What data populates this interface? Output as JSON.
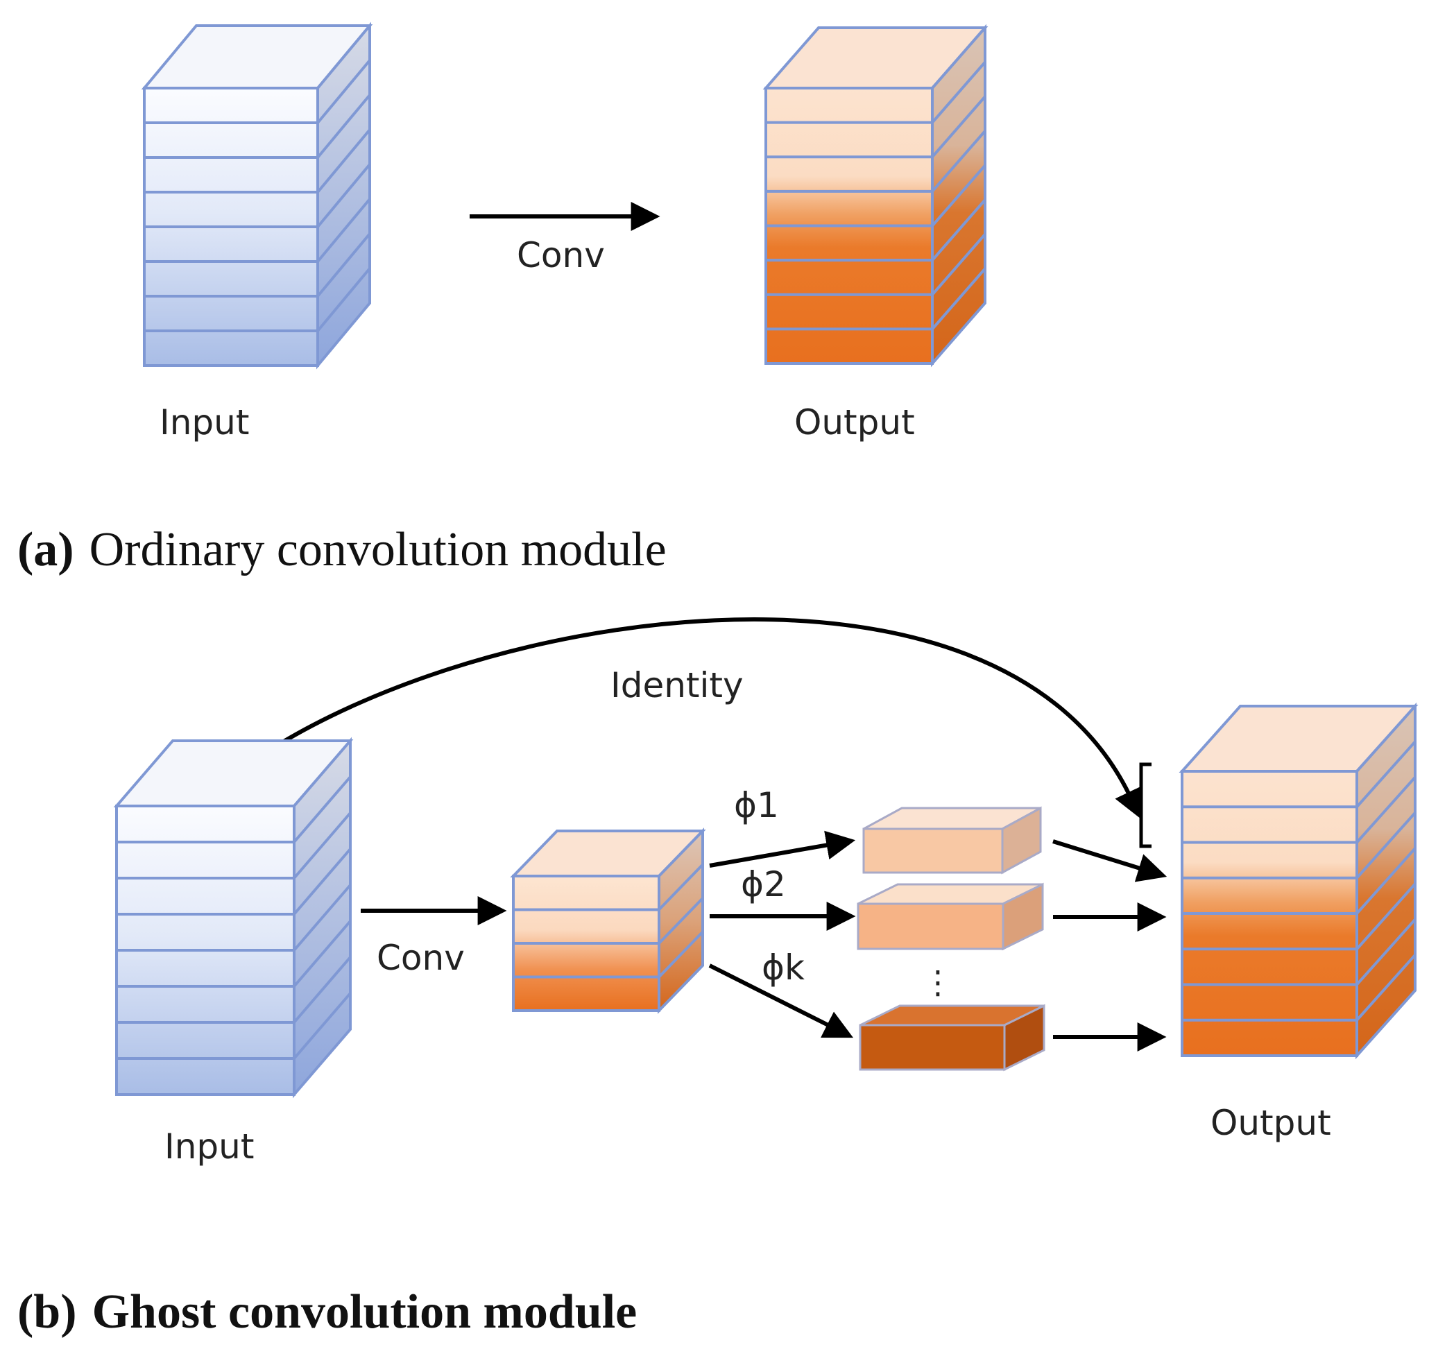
{
  "panel_a": {
    "input_label": "Input",
    "conv_label": "Conv",
    "output_label": "Output",
    "caption_letter": "(a)",
    "caption_text": "Ordinary convolution module"
  },
  "panel_b": {
    "identity_label": "Identity",
    "input_label": "Input",
    "conv_label": "Conv",
    "phi_labels": [
      "ϕ1",
      "ϕ2",
      "ϕk"
    ],
    "ellipsis": "⋮",
    "output_label": "Output",
    "caption_letter": "(b)",
    "caption_text": "Ghost convolution module"
  },
  "colors": {
    "blue_edge": "#7f98d4",
    "blue_light": "#ffffff",
    "blue_dark": "#a9bde6",
    "orange_light": "#fbe1cc",
    "orange_mid": "#f5a86a",
    "orange_dark": "#e8701f",
    "ghost_dark": "#c55a11"
  }
}
